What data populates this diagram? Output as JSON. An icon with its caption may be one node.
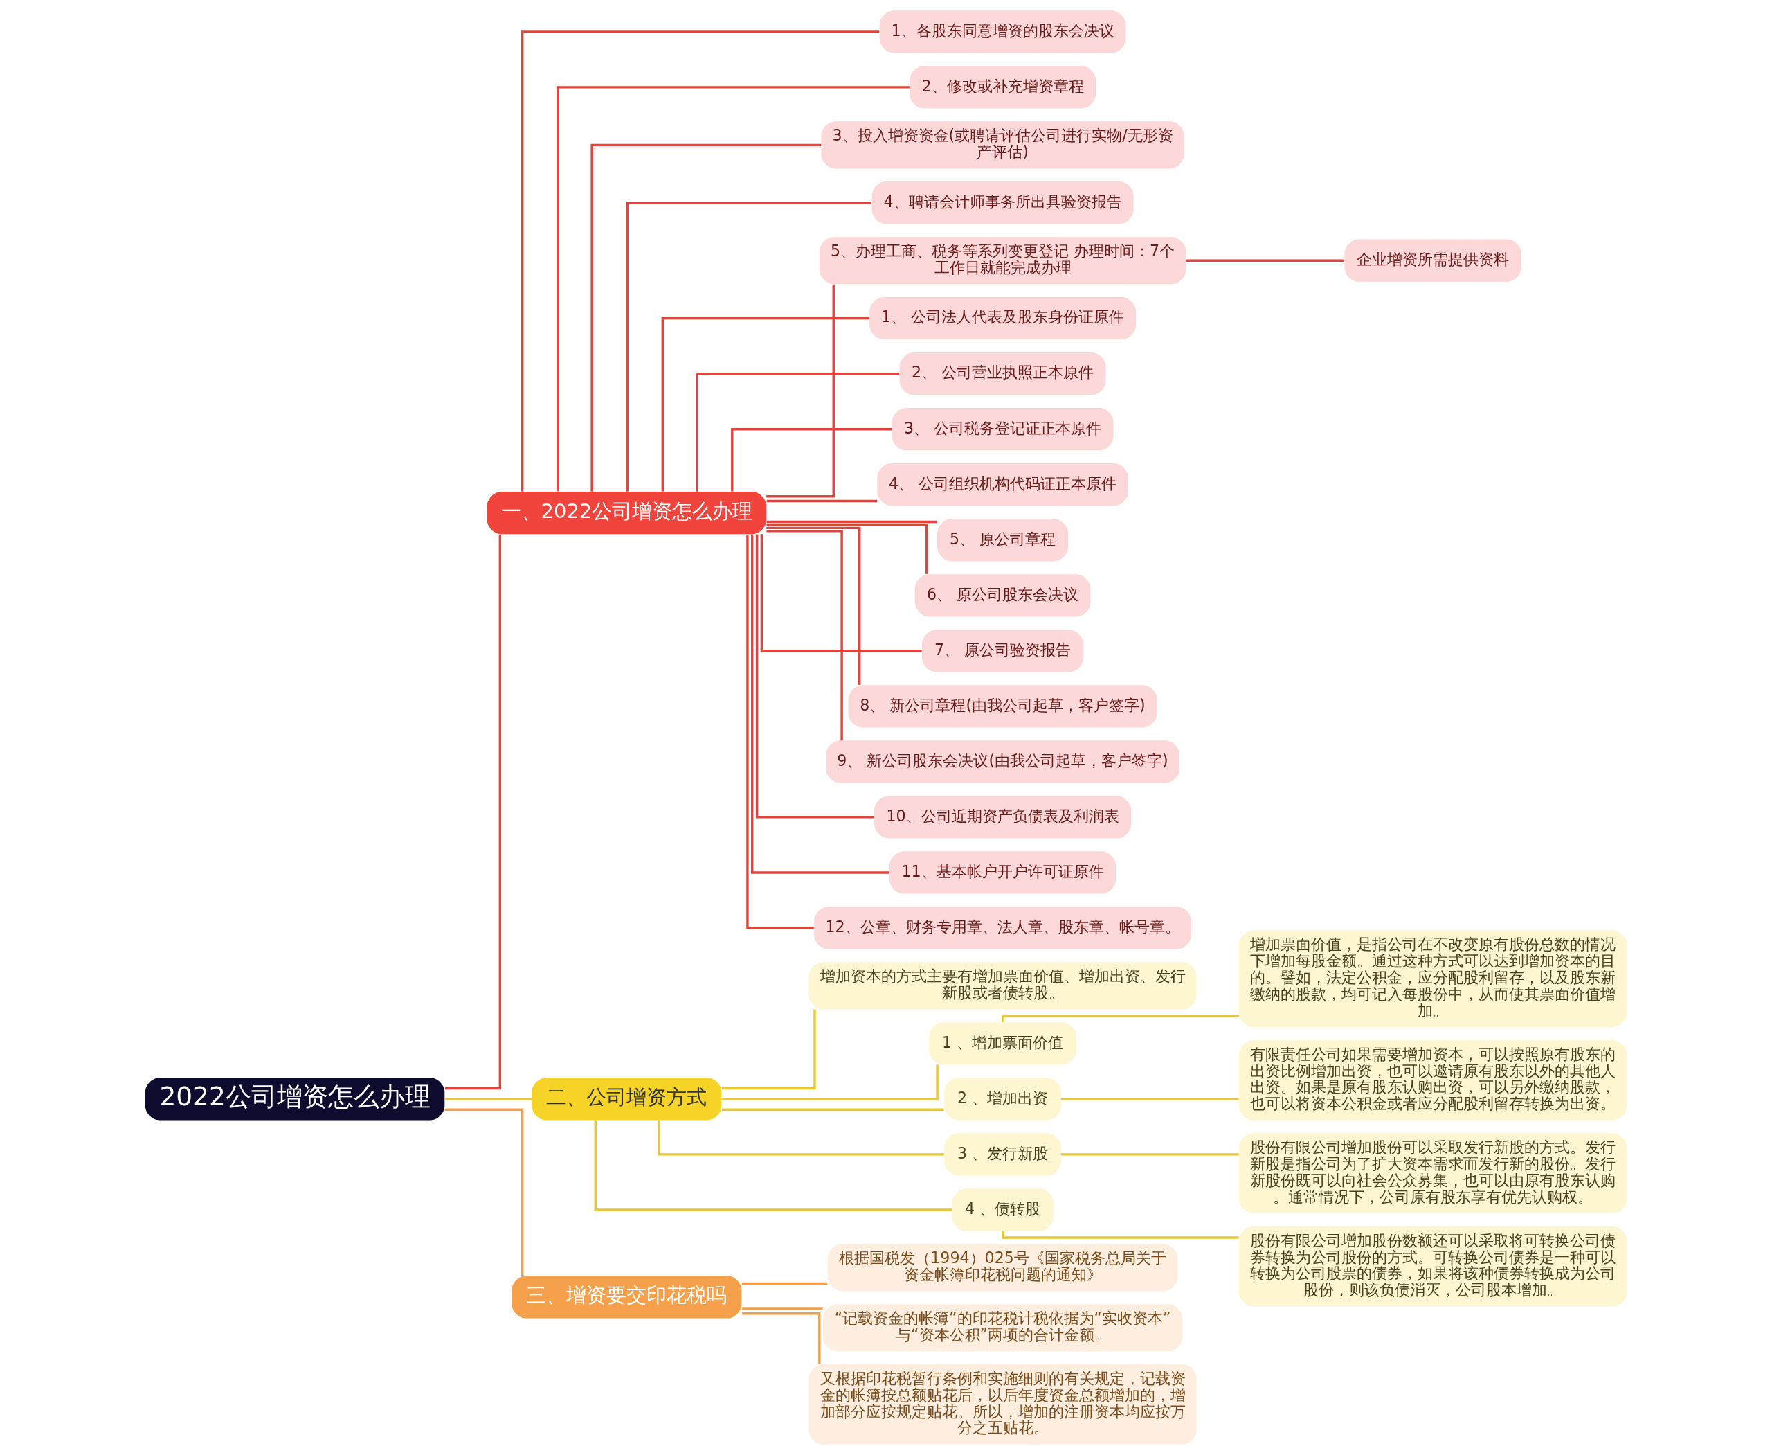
{
  "diagram": {
    "nodes": [
      {
        "text": [
          "2022公司增资怎么办理"
        ]
      },
      {
        "text": [
          "一、2022公司增资怎么办理"
        ]
      },
      {
        "text": [
          "1、各股东同意增资的股东会决议"
        ]
      },
      {
        "text": [
          "2、修改或补充增资章程"
        ]
      },
      {
        "text": [
          "3、投入增资资金(或聘请评估公司进行实物/无形资产评估)"
        ]
      },
      {
        "text": [
          "4、聘请会计师事务所出具验资报告"
        ]
      },
      {
        "text": [
          "5、办理工商、税务等系列变更登记 办理时间：7个工作日就能完成办理"
        ]
      },
      {
        "text": [
          "企业增资所需提供资料"
        ]
      },
      {
        "text": [
          "1、 公司法人代表及股东身份证原件"
        ]
      },
      {
        "text": [
          "2、 公司营业执照正本原件"
        ]
      },
      {
        "text": [
          "3、 公司税务登记证正本原件"
        ]
      },
      {
        "text": [
          "4、 公司组织机构代码证正本原件"
        ]
      },
      {
        "text": [
          "5、 原公司章程"
        ]
      },
      {
        "text": [
          "6、 原公司股东会决议"
        ]
      },
      {
        "text": [
          "7、 原公司验资报告"
        ]
      },
      {
        "text": [
          "8、 新公司章程(由我公司起草，客户签字)"
        ]
      },
      {
        "text": [
          "9、 新公司股东会决议(由我公司起草，客户签字)"
        ]
      },
      {
        "text": [
          "10、公司近期资产负债表及利润表"
        ]
      },
      {
        "text": [
          "11、基本帐户开户许可证原件"
        ]
      },
      {
        "text": [
          "12、公章、财务专用章、法人章、股东章、帐号章。"
        ]
      },
      {
        "text": [
          "二、公司增资方式"
        ]
      },
      {
        "text": [
          "增加资本的方式主要有增加票面价值、增加出资、发行新股或者债转股。"
        ]
      },
      {
        "text": [
          "1 、增加票面价值"
        ]
      },
      {
        "text": [
          "增加票面价值，是指公司在不改变原有股份总数的情况下增加每股金额。通过这种方式可以达到增加资本的目的。譬如，法定公积金，应分配股利留存，以及股东新缴纳的股款，均可记入每股份中，从而使其票面价值增加。"
        ]
      },
      {
        "text": [
          "2 、增加出资"
        ]
      },
      {
        "text": [
          "有限责任公司如果需要增加资本，可以按照原有股东的出资比例增加出资，也可以邀请原有股东以外的其他人出资。如果是原有股东认购出资，可以另外缴纳股款，也可以将资本公积金或者应分配股利留存转换为出资。"
        ]
      },
      {
        "text": [
          "3 、发行新股"
        ]
      },
      {
        "text": [
          "股份有限公司增加股份可以采取发行新股的方式。发行新股是指公司为了扩大资本需求而发行新的股份。发行新股份既可以向社会公众募集，也可以由原有股东认购。通常情况下，公司原有股东享有优先认购权。"
        ]
      },
      {
        "text": [
          "4 、债转股"
        ]
      },
      {
        "text": [
          "股份有限公司增加股份数额还可以采取将可转换公司债券转换为公司股份的方式。可转换公司债券是一种可以转换为公司股票的债券，如果将该种债券转换成为公司股份，则该负债消灭，公司股本增加。"
        ]
      },
      {
        "text": [
          "三、增资要交印花税吗"
        ]
      },
      {
        "text": [
          "根据国税发（1994）025号《国家税务总局关于资金帐簿印花税问题的通知》"
        ]
      },
      {
        "text": [
          "“记载资金的帐簿”的印花税计税依据为“实收资本”与“资本公积”两项的合计金额。"
        ]
      },
      {
        "text": [
          "又根据印花税暂行条例和实施细则的有关规定，记载资金的帐簿按总额贴花后，以后年度资金总额增加的，增加部分应按规定贴花。所以，增加的注册资本均应按万分之五贴花。"
        ]
      }
    ],
    "edges": [
      {
        "from": 0,
        "to": 1,
        "arrow": "none"
      },
      {
        "from": 1,
        "to": 2,
        "arrow": "none"
      },
      {
        "from": 1,
        "to": 3,
        "arrow": "none"
      },
      {
        "from": 1,
        "to": 4,
        "arrow": "none"
      },
      {
        "from": 1,
        "to": 5,
        "arrow": "none"
      },
      {
        "from": 1,
        "to": 6,
        "arrow": "none"
      },
      {
        "from": 6,
        "to": 7,
        "arrow": "none"
      },
      {
        "from": 1,
        "to": 8,
        "arrow": "none"
      },
      {
        "from": 1,
        "to": 9,
        "arrow": "none"
      },
      {
        "from": 1,
        "to": 10,
        "arrow": "none"
      },
      {
        "from": 1,
        "to": 11,
        "arrow": "none"
      },
      {
        "from": 1,
        "to": 12,
        "arrow": "none"
      },
      {
        "from": 1,
        "to": 13,
        "arrow": "none"
      },
      {
        "from": 1,
        "to": 14,
        "arrow": "none"
      },
      {
        "from": 1,
        "to": 15,
        "arrow": "none"
      },
      {
        "from": 1,
        "to": 16,
        "arrow": "none"
      },
      {
        "from": 1,
        "to": 17,
        "arrow": "none"
      },
      {
        "from": 1,
        "to": 18,
        "arrow": "none"
      },
      {
        "from": 1,
        "to": 19,
        "arrow": "none"
      },
      {
        "from": 0,
        "to": 20,
        "arrow": "none",
        "color": "#e8c832"
      },
      {
        "from": 20,
        "to": 21,
        "arrow": "none",
        "color": "#e8c832"
      },
      {
        "from": 20,
        "to": 22,
        "arrow": "none",
        "color": "#e8c832"
      },
      {
        "from": 22,
        "to": 23,
        "arrow": "none",
        "color": "#e8c832"
      },
      {
        "from": 20,
        "to": 24,
        "arrow": "none",
        "color": "#e8c832"
      },
      {
        "from": 24,
        "to": 25,
        "arrow": "none",
        "color": "#e8c832"
      },
      {
        "from": 20,
        "to": 26,
        "arrow": "none",
        "color": "#e8c832"
      },
      {
        "from": 26,
        "to": 27,
        "arrow": "none",
        "color": "#e8c832"
      },
      {
        "from": 20,
        "to": 28,
        "arrow": "none",
        "color": "#e8c832"
      },
      {
        "from": 28,
        "to": 29,
        "arrow": "none",
        "color": "#e8c832"
      },
      {
        "from": 0,
        "to": 30,
        "arrow": "none",
        "color": "#f0a04b"
      },
      {
        "from": 30,
        "to": 31,
        "arrow": "none",
        "color": "#f0a04b"
      },
      {
        "from": 30,
        "to": 32,
        "arrow": "none",
        "color": "#f0a04b"
      },
      {
        "from": 30,
        "to": 33,
        "arrow": "none",
        "color": "#f0a04b"
      }
    ]
  }
}
